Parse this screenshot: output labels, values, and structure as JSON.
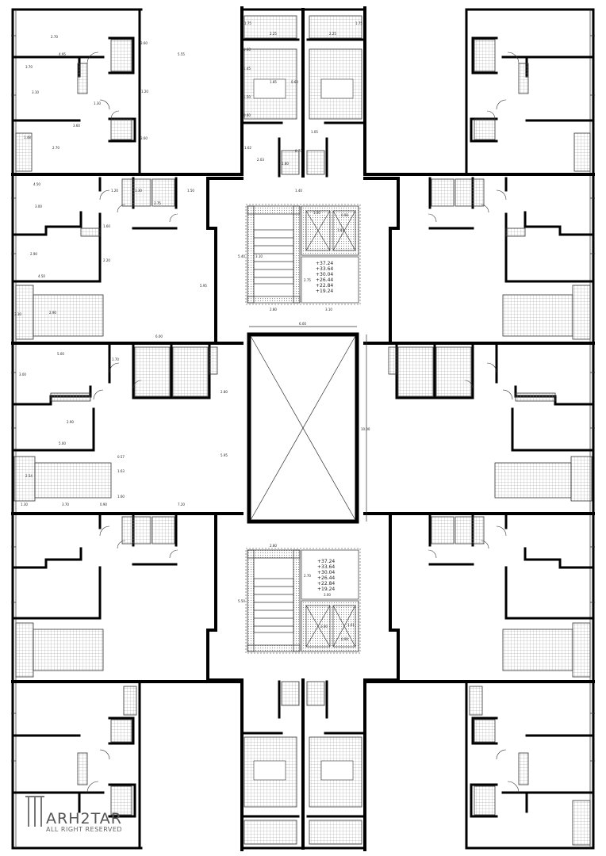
{
  "watermark": {
    "brand": "ARH2TAR",
    "rights": "ALL RIGHT RESERVED"
  },
  "stair_elevations": [
    "+37.24",
    "+33.64",
    "+30.04",
    "+26.44",
    "+22.84",
    "+19.24"
  ],
  "dimensions": {
    "center_width": "6.00",
    "center_height": "10.00",
    "core_top": "1.40",
    "rooms_top_left": [
      "2.70",
      "4.95",
      "3.70",
      "3.10",
      "1.30",
      "3.60",
      "2.70",
      "5.55",
      "3.60",
      "3.60",
      "1.20",
      "1.48"
    ],
    "rooms_left_mid": [
      "4.50",
      "3.00",
      "1.20",
      "1.30",
      "2.75",
      "1.50",
      "2.90",
      "4.50",
      "3.10",
      "2.90",
      "6.00",
      "5.95",
      "2.20",
      "1.60"
    ],
    "rooms_left_center": [
      "5.00",
      "3.00",
      "1.70",
      "2.90",
      "5.00",
      "2.54",
      "1.30",
      "3.70",
      "0.90",
      "7.20",
      "5.95",
      "0.57",
      "1.63",
      "1.60",
      "2.80"
    ],
    "core": [
      "2.80",
      "3.10",
      "5.40",
      "3.10",
      "2.75",
      "1.00",
      "0.98",
      "1.81",
      "2.80",
      "5.50",
      "2.70",
      "3.00",
      "2.00",
      "1.61",
      "0.99"
    ],
    "top_units": [
      "1.75",
      "2.25",
      "2.25",
      "1.75",
      "0.60",
      "1.45",
      "1.85",
      "0.60",
      "1.50",
      "0.60",
      "1.62",
      "2.03",
      "0.70",
      "1.05",
      "1.80"
    ]
  }
}
